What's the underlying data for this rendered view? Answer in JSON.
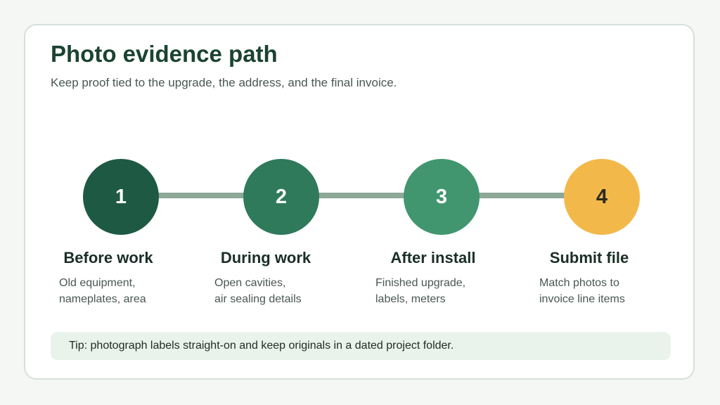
{
  "header": {
    "title": "Photo evidence path",
    "subtitle": "Keep proof tied to the upgrade, the address, and the final invoice."
  },
  "steps": [
    {
      "number": "1",
      "title": "Before work",
      "desc_line1": "Old equipment,",
      "desc_line2": "nameplates, area",
      "circle_color": "#1e5a43",
      "text_color": "#ffffff"
    },
    {
      "number": "2",
      "title": "During work",
      "desc_line1": "Open cavities,",
      "desc_line2": "air sealing details",
      "circle_color": "#2e7a5b",
      "text_color": "#ffffff"
    },
    {
      "number": "3",
      "title": "After install",
      "desc_line1": "Finished upgrade,",
      "desc_line2": "labels, meters",
      "circle_color": "#41966f",
      "text_color": "#ffffff"
    },
    {
      "number": "4",
      "title": "Submit file",
      "desc_line1": "Match photos to",
      "desc_line2": "invoice line items",
      "circle_color": "#f2b94a",
      "text_color": "#2a2a1f"
    }
  ],
  "tip": {
    "text": "Tip: photograph labels straight-on and keep originals in a dated project folder."
  }
}
